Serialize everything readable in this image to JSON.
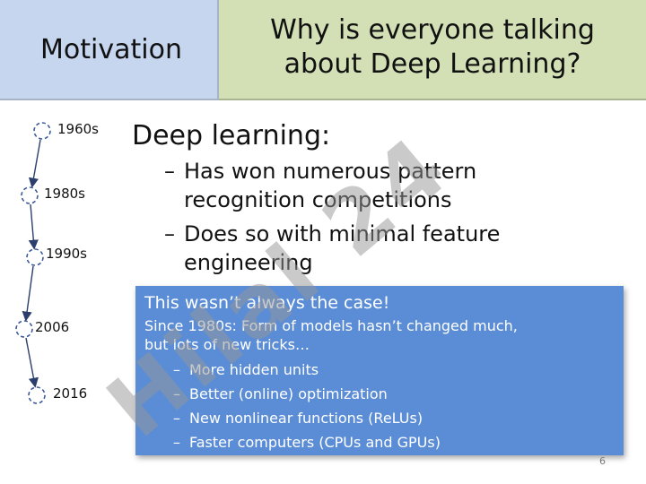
{
  "header": {
    "section": "Motivation",
    "title": "Why is everyone talking about Deep Learning?"
  },
  "watermark": "Hilal 24",
  "timeline": {
    "years": [
      "1960s",
      "1980s",
      "1990s",
      "2006",
      "2016"
    ]
  },
  "main": {
    "heading": "Deep learning:",
    "points": [
      "Has won numerous pattern recognition competitions",
      "Does so with minimal feature engineering"
    ]
  },
  "callout": {
    "title": "This wasn’t always the case!",
    "subtitle": "Since 1980s:  Form of models hasn’t changed much,\nbut lots of new tricks…",
    "items": [
      "More hidden units",
      "Better (online) optimization",
      "New nonlinear functions (ReLUs)",
      "Faster computers (CPUs and GPUs)"
    ],
    "bg_color": "#5b8dd6"
  },
  "page_number": "6"
}
